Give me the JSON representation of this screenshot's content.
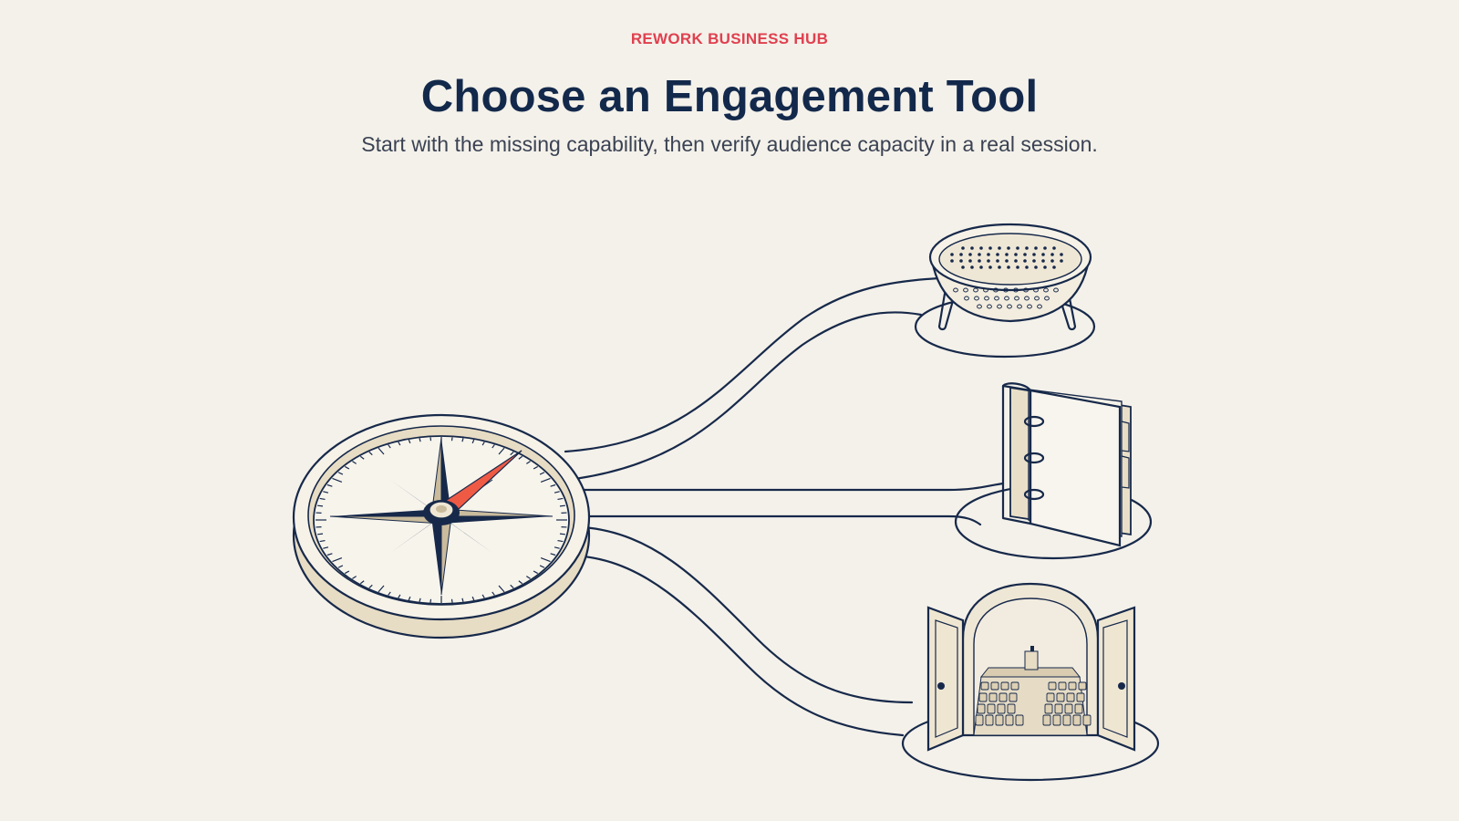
{
  "header": {
    "eyebrow": "REWORK BUSINESS HUB",
    "title": "Choose an Engagement Tool",
    "subtitle": "Start with the missing capability, then verify audience capacity in a real session."
  },
  "diagram": {
    "hub": {
      "icon": "compass-icon"
    },
    "options": [
      {
        "icon": "colander-icon"
      },
      {
        "icon": "binder-icon"
      },
      {
        "icon": "auditorium-doors-icon"
      }
    ]
  },
  "colors": {
    "background": "#f4f1ea",
    "accent": "#e0404f",
    "ink": "#13294b",
    "needle": "#ef5a45",
    "cream": "#e7dcc4"
  }
}
